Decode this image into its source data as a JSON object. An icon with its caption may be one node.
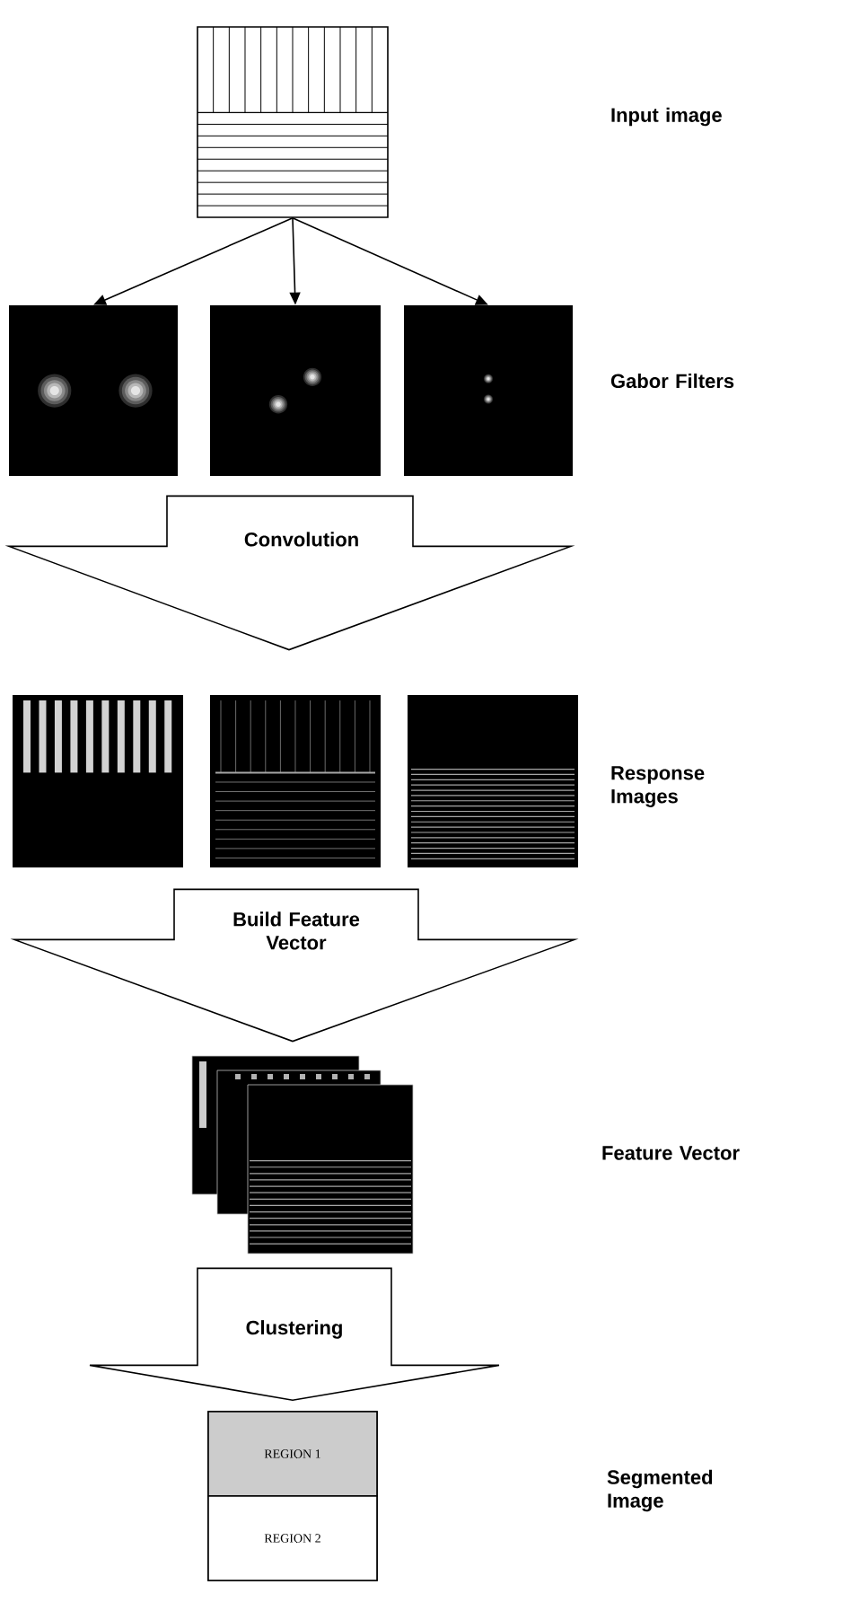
{
  "diagram": {
    "nodes": [
      {
        "text": [],
        "shape": "picture"
      },
      {
        "text": [],
        "shape": "picture"
      },
      {
        "text": [],
        "shape": "picture"
      },
      {
        "text": [],
        "shape": "picture"
      },
      {
        "text": [],
        "shape": "picture"
      },
      {
        "text": [],
        "shape": "picture"
      },
      {
        "text": [],
        "shape": "picture"
      },
      {
        "text": [],
        "shape": "picture"
      },
      {
        "text": [],
        "shape": "box"
      },
      {
        "text": [
          "REGION 1"
        ],
        "in": 8
      },
      {
        "text": [
          "REGION 2"
        ],
        "in": 8
      }
    ],
    "edges": [
      {
        "from": 0,
        "to": 1,
        "arrow": "to"
      },
      {
        "from": 0,
        "to": 2,
        "arrow": "to"
      },
      {
        "from": 0,
        "to": 3,
        "arrow": "to"
      },
      {
        "from": 2,
        "to": 5,
        "arrow": "to",
        "label": "Convolution",
        "style": "thick"
      },
      {
        "from": 5,
        "to": 7,
        "arrow": "to",
        "label": "Build Feature Vector",
        "style": "thick"
      },
      {
        "from": 7,
        "to": 8,
        "arrow": "to",
        "label": "Clustering",
        "style": "thick"
      }
    ],
    "labels": [
      "Input image",
      "Gabor Filters",
      "Response Images",
      "Feature Vector",
      "Segmented Image"
    ]
  }
}
